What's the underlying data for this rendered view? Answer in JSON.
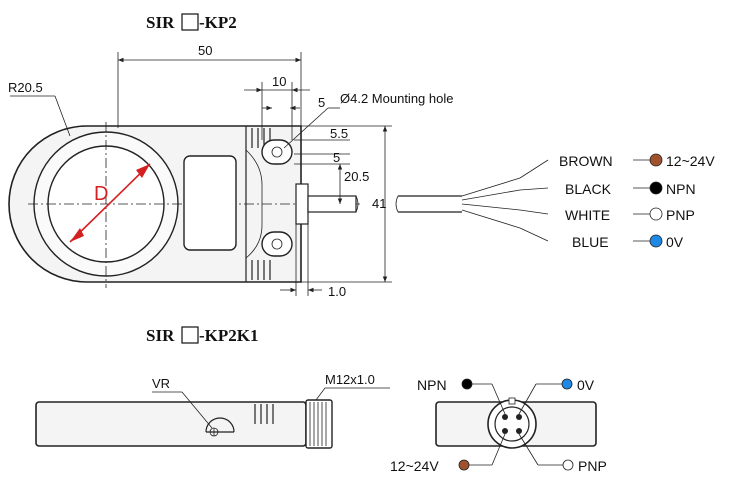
{
  "top_view": {
    "title_prefix": "SIR",
    "title_suffix": "-KP2",
    "dims": {
      "width_50": "50",
      "width_10": "10",
      "dim_5_top": "5",
      "dim_5_5": "5.5",
      "dim_5_mid": "5",
      "dim_20_5": "20.5",
      "height_41": "41",
      "offset_1_0": "1.0",
      "radius": "R20.5",
      "hole": "Ø4.2 Mounting hole",
      "diameter": "D"
    },
    "wires": [
      {
        "name": "BROWN",
        "signal": "12~24V",
        "color": "#a0522d"
      },
      {
        "name": "BLACK",
        "signal": "NPN",
        "color": "#000000"
      },
      {
        "name": "WHITE",
        "signal": "PNP",
        "color": "#ffffff"
      },
      {
        "name": "BLUE",
        "signal": "0V",
        "color": "#1e88e5"
      }
    ]
  },
  "side_view": {
    "title_prefix": "SIR",
    "title_suffix": "-KP2K1",
    "vr_label": "VR",
    "thread_label": "M12x1.0"
  },
  "connector_view": {
    "pins": [
      {
        "signal": "NPN",
        "color": "#000000"
      },
      {
        "signal": "0V",
        "color": "#1e88e5"
      },
      {
        "signal": "12~24V",
        "color": "#a0522d"
      },
      {
        "signal": "PNP",
        "color": "#ffffff"
      }
    ]
  }
}
